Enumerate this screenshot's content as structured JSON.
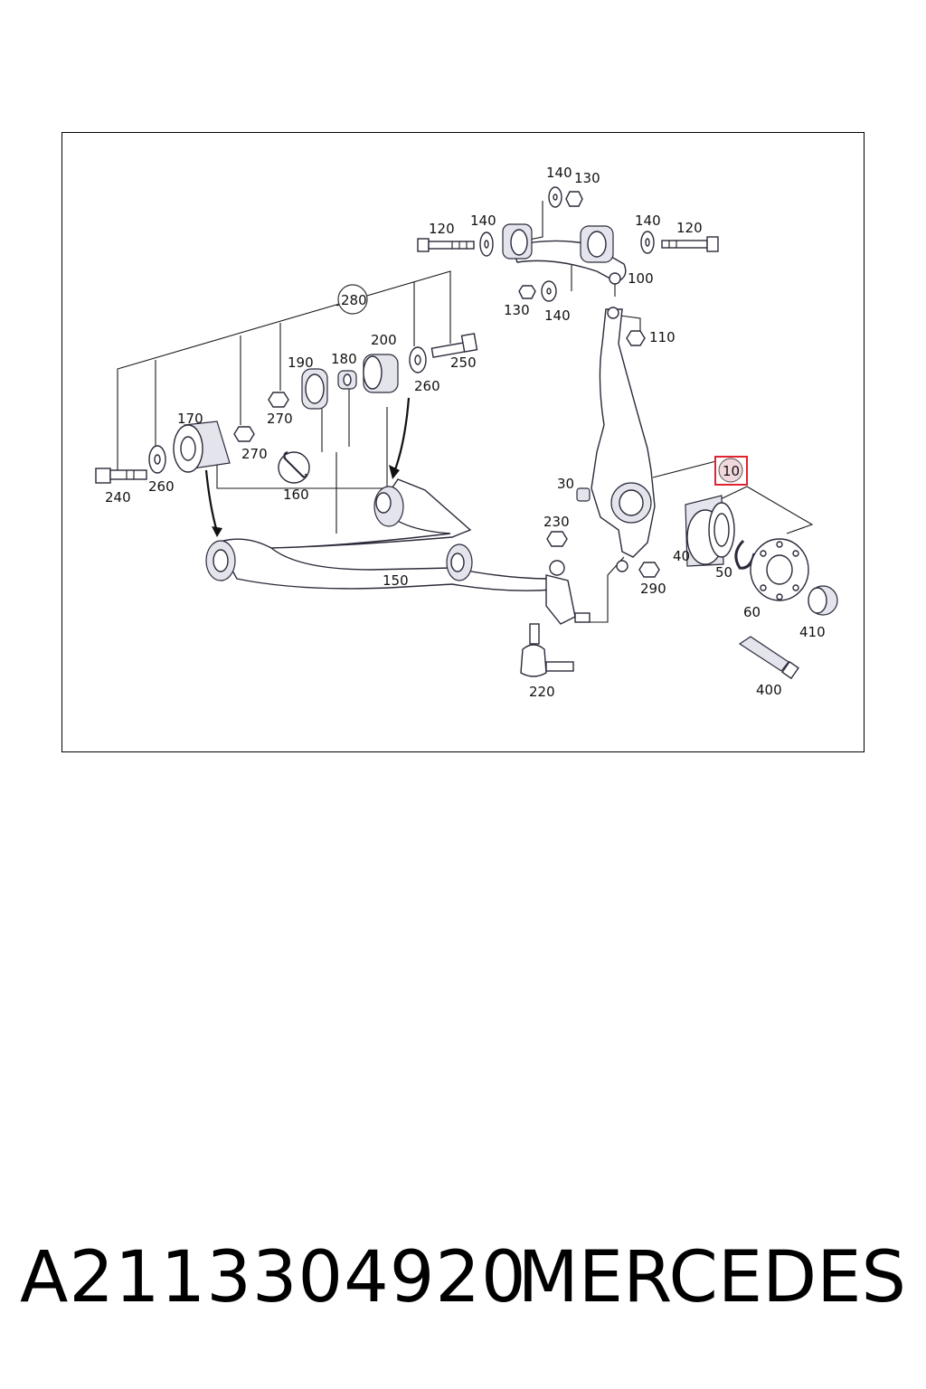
{
  "diagram": {
    "callouts": {
      "c10": "10",
      "c30": "30",
      "c40": "40",
      "c50": "50",
      "c60": "60",
      "c100": "100",
      "c110": "110",
      "c120a": "120",
      "c120b": "120",
      "c130a": "130",
      "c130b": "130",
      "c140a": "140",
      "c140b": "140",
      "c140c": "140",
      "c140d": "140",
      "c150": "150",
      "c160": "160",
      "c170": "170",
      "c180": "180",
      "c190": "190",
      "c200": "200",
      "c220": "220",
      "c230": "230",
      "c240": "240",
      "c250": "250",
      "c260a": "260",
      "c260b": "260",
      "c270a": "270",
      "c270b": "270",
      "c280": "280",
      "c290": "290",
      "c400": "400",
      "c410": "410"
    },
    "highlight_color": "#e0242f"
  },
  "footer": {
    "part_number": "A2113304920",
    "brand": "MERCEDES"
  }
}
